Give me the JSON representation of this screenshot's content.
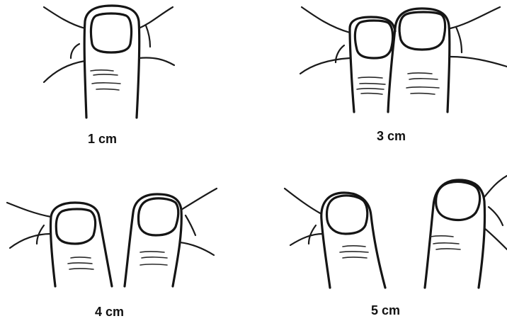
{
  "panels": [
    {
      "id": "panel-1",
      "label": "1 cm",
      "fingers": 1
    },
    {
      "id": "panel-3",
      "label": "3 cm",
      "fingers": 2
    },
    {
      "id": "panel-4",
      "label": "4 cm",
      "fingers": 2
    },
    {
      "id": "panel-5",
      "label": "5 cm",
      "fingers": 2
    }
  ],
  "colors": {
    "ink": "#151515",
    "background": "#ffffff"
  }
}
